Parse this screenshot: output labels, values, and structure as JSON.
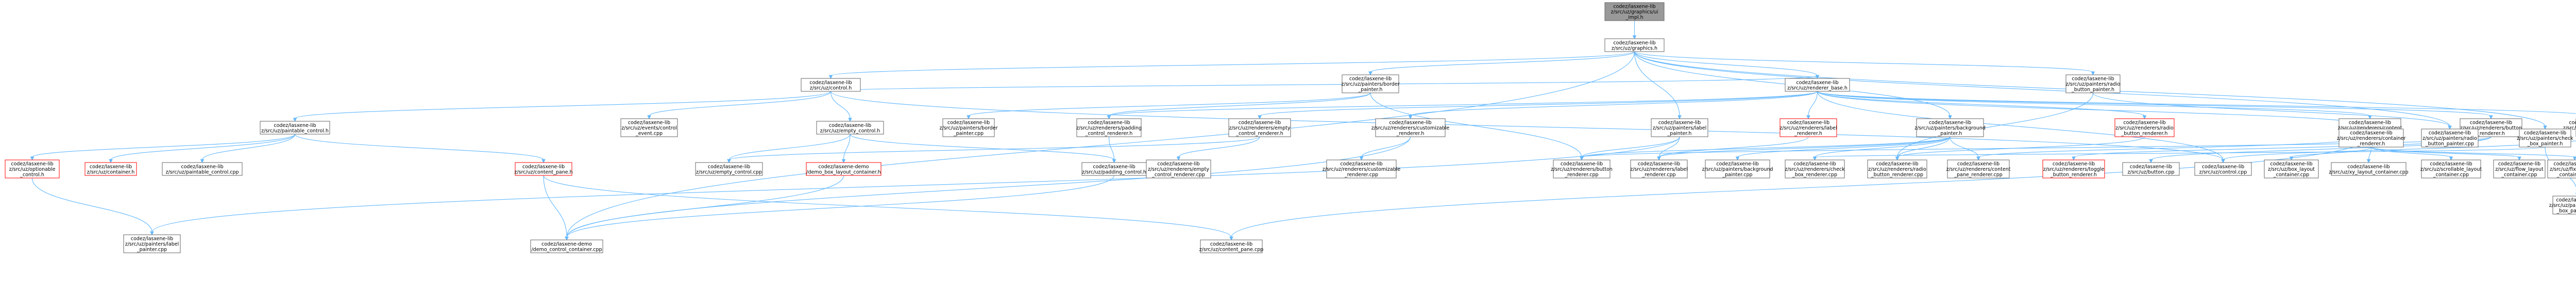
{
  "diagram": {
    "colors": {
      "root_fill": "#999999",
      "node_fill": "#ffffff",
      "node_border": "#666666",
      "red_border": "#ff0000",
      "edge": "#63b8ff"
    },
    "nodes": [
      {
        "id": "root",
        "lines": [
          "codez/lasxene-lib",
          "z/src/uz/graphics/ui",
          "_impl.h"
        ],
        "style": "root"
      },
      {
        "id": "graphics_h",
        "lines": [
          "codez/lasxene-lib",
          "z/src/uz/graphics.h"
        ],
        "style": "normal"
      },
      {
        "id": "control_h",
        "lines": [
          "codez/lasxene-lib",
          "z/src/uz/control.h"
        ],
        "style": "normal"
      },
      {
        "id": "border_painter_h",
        "lines": [
          "codez/lasxene-lib",
          "z/src/uz/painters/border",
          "_painter.h"
        ],
        "style": "normal"
      },
      {
        "id": "renderer_base_h",
        "lines": [
          "codez/lasxene-lib",
          "z/src/uz/renderer_base.h"
        ],
        "style": "normal"
      },
      {
        "id": "radio_button_painter_h",
        "lines": [
          "codez/lasxene-lib",
          "z/src/uz/painters/radio",
          "_button_painter.h"
        ],
        "style": "normal"
      },
      {
        "id": "paintable_control_h",
        "lines": [
          "codez/lasxene-lib",
          "z/src/uz/paintable_control.h"
        ],
        "style": "normal"
      },
      {
        "id": "events_control_event_cpp",
        "lines": [
          "codez/lasxene-lib",
          "z/src/uz/events/control",
          "_event.cpp"
        ],
        "style": "normal"
      },
      {
        "id": "empty_control_h",
        "lines": [
          "codez/lasxene-lib",
          "z/src/uz/empty_control.h"
        ],
        "style": "normal"
      },
      {
        "id": "border_painter_cpp",
        "lines": [
          "codez/lasxene-lib",
          "z/src/uz/painters/border",
          "_painter.cpp"
        ],
        "style": "normal"
      },
      {
        "id": "padding_control_renderer_h",
        "lines": [
          "codez/lasxene-lib",
          "z/src/uz/renderers/padding",
          "_control_renderer.h"
        ],
        "style": "normal"
      },
      {
        "id": "empty_control_renderer_h",
        "lines": [
          "codez/lasxene-lib",
          "z/src/uz/renderers/empty",
          "_control_renderer.h"
        ],
        "style": "normal"
      },
      {
        "id": "customizable_renderer_h",
        "lines": [
          "codez/lasxene-lib",
          "z/src/uz/renderers/customizable",
          "_renderer.h"
        ],
        "style": "normal"
      },
      {
        "id": "label_painter_h",
        "lines": [
          "codez/lasxene-lib",
          "z/src/uz/painters/label",
          "_painter.h"
        ],
        "style": "normal"
      },
      {
        "id": "label_renderer_h",
        "lines": [
          "codez/lasxene-lib",
          "z/src/uz/renderers/label",
          "_renderer.h"
        ],
        "style": "red"
      },
      {
        "id": "background_painter_h",
        "lines": [
          "codez/lasxene-lib",
          "z/src/uz/painters/background",
          "_painter.h"
        ],
        "style": "normal"
      },
      {
        "id": "radio_button_renderer_h",
        "lines": [
          "codez/lasxene-lib",
          "z/src/uz/renderers/radio",
          "_button_renderer.h"
        ],
        "style": "red"
      },
      {
        "id": "content_pane_renderer_h",
        "lines": [
          "codez/lasxene-lib",
          "z/src/uz/renderers/content",
          "_pane_renderer.h"
        ],
        "style": "normal"
      },
      {
        "id": "button_renderer_h",
        "lines": [
          "codez/lasxene-lib",
          "z/src/uz/renderers/button",
          "_renderer.h"
        ],
        "style": "normal"
      },
      {
        "id": "null_renderer_h",
        "lines": [
          "codez/lasxene-lib",
          "z/src/uz/renderers/null",
          "_renderer.h"
        ],
        "style": "normal"
      },
      {
        "id": "container_renderer_h",
        "lines": [
          "codez/lasxene-lib",
          "z/src/uz/renderers/container",
          "_renderer.h"
        ],
        "style": "normal"
      },
      {
        "id": "radio_button_painter_cpp",
        "lines": [
          "codez/lasxene-lib",
          "z/src/uz/painters/radio",
          "_button_painter.cpp"
        ],
        "style": "normal"
      },
      {
        "id": "check_box_painter_h",
        "lines": [
          "codez/lasxene-lib",
          "z/src/uz/painters/check",
          "_box_painter.h"
        ],
        "style": "normal"
      },
      {
        "id": "optionable_control_h",
        "lines": [
          "codez/lasxene-lib",
          "z/src/uz/optionable",
          "_control.h"
        ],
        "style": "red"
      },
      {
        "id": "container_h",
        "lines": [
          "codez/lasxene-lib",
          "z/src/uz/container.h"
        ],
        "style": "red"
      },
      {
        "id": "paintable_control_cpp",
        "lines": [
          "codez/lasxene-lib",
          "z/src/uz/paintable_control.cpp"
        ],
        "style": "normal"
      },
      {
        "id": "content_pane_h",
        "lines": [
          "codez/lasxene-lib",
          "z/src/uz/content_pane.h"
        ],
        "style": "red"
      },
      {
        "id": "demo_box_layout_container_h",
        "lines": [
          "codez/lasxene-demo",
          "/demo_box_layout_container.h"
        ],
        "style": "red"
      },
      {
        "id": "empty_control_cpp",
        "lines": [
          "codez/lasxene-lib",
          "z/src/uz/empty_control.cpp"
        ],
        "style": "normal"
      },
      {
        "id": "padding_control_h",
        "lines": [
          "codez/lasxene-lib",
          "z/src/uz/padding_control.h"
        ],
        "style": "normal"
      },
      {
        "id": "empty_control_renderer_cpp",
        "lines": [
          "codez/lasxene-lib",
          "z/src/uz/renderers/empty",
          "_control_renderer.cpp"
        ],
        "style": "normal"
      },
      {
        "id": "customizable_renderer_cpp",
        "lines": [
          "codez/lasxene-lib",
          "z/src/uz/renderers/customizable",
          "_renderer.cpp"
        ],
        "style": "normal"
      },
      {
        "id": "button_renderer_cpp",
        "lines": [
          "codez/lasxene-lib",
          "z/src/uz/renderers/button",
          "_renderer.cpp"
        ],
        "style": "normal"
      },
      {
        "id": "label_renderer_cpp",
        "lines": [
          "codez/lasxene-lib",
          "z/src/uz/renderers/label",
          "_renderer.cpp"
        ],
        "style": "normal"
      },
      {
        "id": "background_painter_cpp",
        "lines": [
          "codez/lasxene-lib",
          "z/src/uz/painters/background",
          "_painter.cpp"
        ],
        "style": "normal"
      },
      {
        "id": "check_box_renderer_cpp",
        "lines": [
          "codez/lasxene-lib",
          "z/src/uz/renderers/check",
          "_box_renderer.cpp"
        ],
        "style": "normal"
      },
      {
        "id": "radio_button_renderer_cpp",
        "lines": [
          "codez/lasxene-lib",
          "z/src/uz/renderers/radio",
          "_button_renderer.cpp"
        ],
        "style": "normal"
      },
      {
        "id": "content_pane_renderer_cpp",
        "lines": [
          "codez/lasxene-lib",
          "z/src/uz/renderers/content",
          "_pane_renderer.cpp"
        ],
        "style": "normal"
      },
      {
        "id": "toggle_button_renderer_h",
        "lines": [
          "codez/lasxene-lib",
          "z/src/uz/renderers/toggle",
          "_button_renderer.h"
        ],
        "style": "red"
      },
      {
        "id": "button_cpp",
        "lines": [
          "codez/lasxene-lib",
          "z/src/uz/button.cpp"
        ],
        "style": "normal"
      },
      {
        "id": "control_cpp",
        "lines": [
          "codez/lasxene-lib",
          "z/src/uz/control.cpp"
        ],
        "style": "normal"
      },
      {
        "id": "box_layout_container_cpp",
        "lines": [
          "codez/lasxene-lib",
          "z/src/uz/box_layout",
          "_container.cpp"
        ],
        "style": "normal"
      },
      {
        "id": "xy_layout_container_cpp",
        "lines": [
          "codez/lasxene-lib",
          "z/src/uz/xy_layout_container.cpp"
        ],
        "style": "normal"
      },
      {
        "id": "scrollable_layout_container_cpp",
        "lines": [
          "codez/lasxene-lib",
          "z/src/uz/scrollable_layout",
          "_container.cpp"
        ],
        "style": "normal"
      },
      {
        "id": "flow_layout_container_cpp",
        "lines": [
          "codez/lasxene-lib",
          "z/src/uz/flow_layout",
          "_container.cpp"
        ],
        "style": "normal"
      },
      {
        "id": "fixed_layout_container_cpp",
        "lines": [
          "codez/lasxene-lib",
          "z/src/uz/fixed_layout",
          "_container.cpp"
        ],
        "style": "normal"
      },
      {
        "id": "check_box_painter_cpp",
        "lines": [
          "codez/lasxene-lib",
          "z/src/uz/painters/check",
          "_box_painter.cpp"
        ],
        "style": "normal"
      },
      {
        "id": "label_painter_cpp",
        "lines": [
          "codez/lasxene-lib",
          "z/src/uz/painters/label",
          "_painter.cpp"
        ],
        "style": "normal"
      },
      {
        "id": "demo_control_container_cpp",
        "lines": [
          "codez/lasxene-demo",
          "/demo_control_container.cpp"
        ],
        "style": "normal"
      },
      {
        "id": "content_pane_cpp",
        "lines": [
          "codez/lasxene-lib",
          "z/src/uz/content_pane.cpp"
        ],
        "style": "normal"
      }
    ],
    "edges": [
      [
        "root",
        "graphics_h"
      ],
      [
        "graphics_h",
        "control_h"
      ],
      [
        "graphics_h",
        "border_painter_h"
      ],
      [
        "graphics_h",
        "renderer_base_h"
      ],
      [
        "graphics_h",
        "radio_button_painter_h"
      ],
      [
        "graphics_h",
        "label_painter_h"
      ],
      [
        "graphics_h",
        "background_painter_h"
      ],
      [
        "graphics_h",
        "check_box_painter_h"
      ],
      [
        "graphics_h",
        "radio_button_painter_cpp"
      ],
      [
        "graphics_h",
        "demo_control_container_cpp"
      ],
      [
        "control_h",
        "paintable_control_h"
      ],
      [
        "control_h",
        "events_control_event_cpp"
      ],
      [
        "control_h",
        "empty_control_h"
      ],
      [
        "control_h",
        "renderer_base_h"
      ],
      [
        "control_h",
        "control_cpp"
      ],
      [
        "border_painter_h",
        "border_painter_cpp"
      ],
      [
        "border_painter_h",
        "padding_control_renderer_h"
      ],
      [
        "border_painter_h",
        "button_renderer_cpp"
      ],
      [
        "renderer_base_h",
        "padding_control_renderer_h"
      ],
      [
        "renderer_base_h",
        "empty_control_renderer_h"
      ],
      [
        "renderer_base_h",
        "customizable_renderer_h"
      ],
      [
        "renderer_base_h",
        "label_renderer_h"
      ],
      [
        "renderer_base_h",
        "radio_button_renderer_h"
      ],
      [
        "renderer_base_h",
        "content_pane_renderer_h"
      ],
      [
        "renderer_base_h",
        "button_renderer_h"
      ],
      [
        "renderer_base_h",
        "null_renderer_h"
      ],
      [
        "renderer_base_h",
        "container_renderer_h"
      ],
      [
        "renderer_base_h",
        "control_cpp"
      ],
      [
        "radio_button_painter_h",
        "radio_button_painter_cpp"
      ],
      [
        "radio_button_painter_h",
        "radio_button_renderer_cpp"
      ],
      [
        "paintable_control_h",
        "optionable_control_h"
      ],
      [
        "paintable_control_h",
        "container_h"
      ],
      [
        "paintable_control_h",
        "paintable_control_cpp"
      ],
      [
        "paintable_control_h",
        "content_pane_h"
      ],
      [
        "empty_control_h",
        "demo_box_layout_container_h"
      ],
      [
        "empty_control_h",
        "empty_control_cpp"
      ],
      [
        "empty_control_h",
        "padding_control_h"
      ],
      [
        "padding_control_renderer_h",
        "padding_control_h"
      ],
      [
        "empty_control_renderer_h",
        "empty_control_renderer_cpp"
      ],
      [
        "empty_control_renderer_h",
        "empty_control_cpp"
      ],
      [
        "customizable_renderer_h",
        "customizable_renderer_cpp"
      ],
      [
        "customizable_renderer_h",
        "demo_control_container_cpp"
      ],
      [
        "label_painter_h",
        "button_renderer_cpp"
      ],
      [
        "label_painter_h",
        "label_renderer_cpp"
      ],
      [
        "label_painter_h",
        "label_painter_cpp"
      ],
      [
        "label_renderer_h",
        "label_renderer_cpp"
      ],
      [
        "background_painter_h",
        "button_renderer_cpp"
      ],
      [
        "background_painter_h",
        "background_painter_cpp"
      ],
      [
        "background_painter_h",
        "check_box_renderer_cpp"
      ],
      [
        "background_painter_h",
        "radio_button_renderer_cpp"
      ],
      [
        "background_painter_h",
        "content_pane_renderer_cpp"
      ],
      [
        "background_painter_h",
        "label_renderer_cpp"
      ],
      [
        "radio_button_renderer_h",
        "radio_button_renderer_cpp"
      ],
      [
        "content_pane_renderer_h",
        "content_pane_renderer_cpp"
      ],
      [
        "content_pane_renderer_h",
        "content_pane_cpp"
      ],
      [
        "button_renderer_h",
        "toggle_button_renderer_h"
      ],
      [
        "button_renderer_h",
        "button_cpp"
      ],
      [
        "button_renderer_h",
        "button_renderer_cpp"
      ],
      [
        "null_renderer_h",
        "control_cpp"
      ],
      [
        "container_renderer_h",
        "box_layout_container_cpp"
      ],
      [
        "container_renderer_h",
        "xy_layout_container_cpp"
      ],
      [
        "container_renderer_h",
        "scrollable_layout_container_cpp"
      ],
      [
        "container_renderer_h",
        "flow_layout_container_cpp"
      ],
      [
        "container_renderer_h",
        "fixed_layout_container_cpp"
      ],
      [
        "check_box_painter_h",
        "check_box_painter_cpp"
      ],
      [
        "check_box_painter_h",
        "check_box_renderer_cpp"
      ],
      [
        "optionable_control_h",
        "label_painter_cpp"
      ],
      [
        "content_pane_h",
        "content_pane_cpp"
      ],
      [
        "content_pane_h",
        "demo_control_container_cpp"
      ],
      [
        "demo_box_layout_container_h",
        "demo_control_container_cpp"
      ],
      [
        "padding_control_h",
        "demo_control_container_cpp"
      ]
    ]
  }
}
